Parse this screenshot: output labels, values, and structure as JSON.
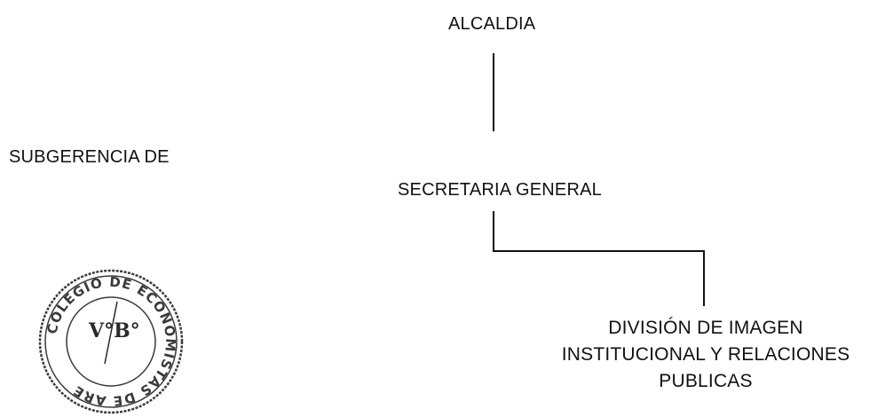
{
  "nodes": {
    "alcaldia": "ALCALDIA",
    "secretaria_general": "SECRETARIA GENERAL",
    "subgerencia": "SUBGERENCIA DE",
    "division": [
      "DIVISIÓN DE IMAGEN",
      "INSTITUCIONAL Y RELACIONES",
      "PUBLICAS"
    ]
  },
  "stamp": {
    "ring_text": "COLEGIO DE ECONOMISTAS DE ARE",
    "signature": "V°B°"
  },
  "colors": {
    "ink": "#111111",
    "stamp_ink": "#3a3a3a"
  }
}
